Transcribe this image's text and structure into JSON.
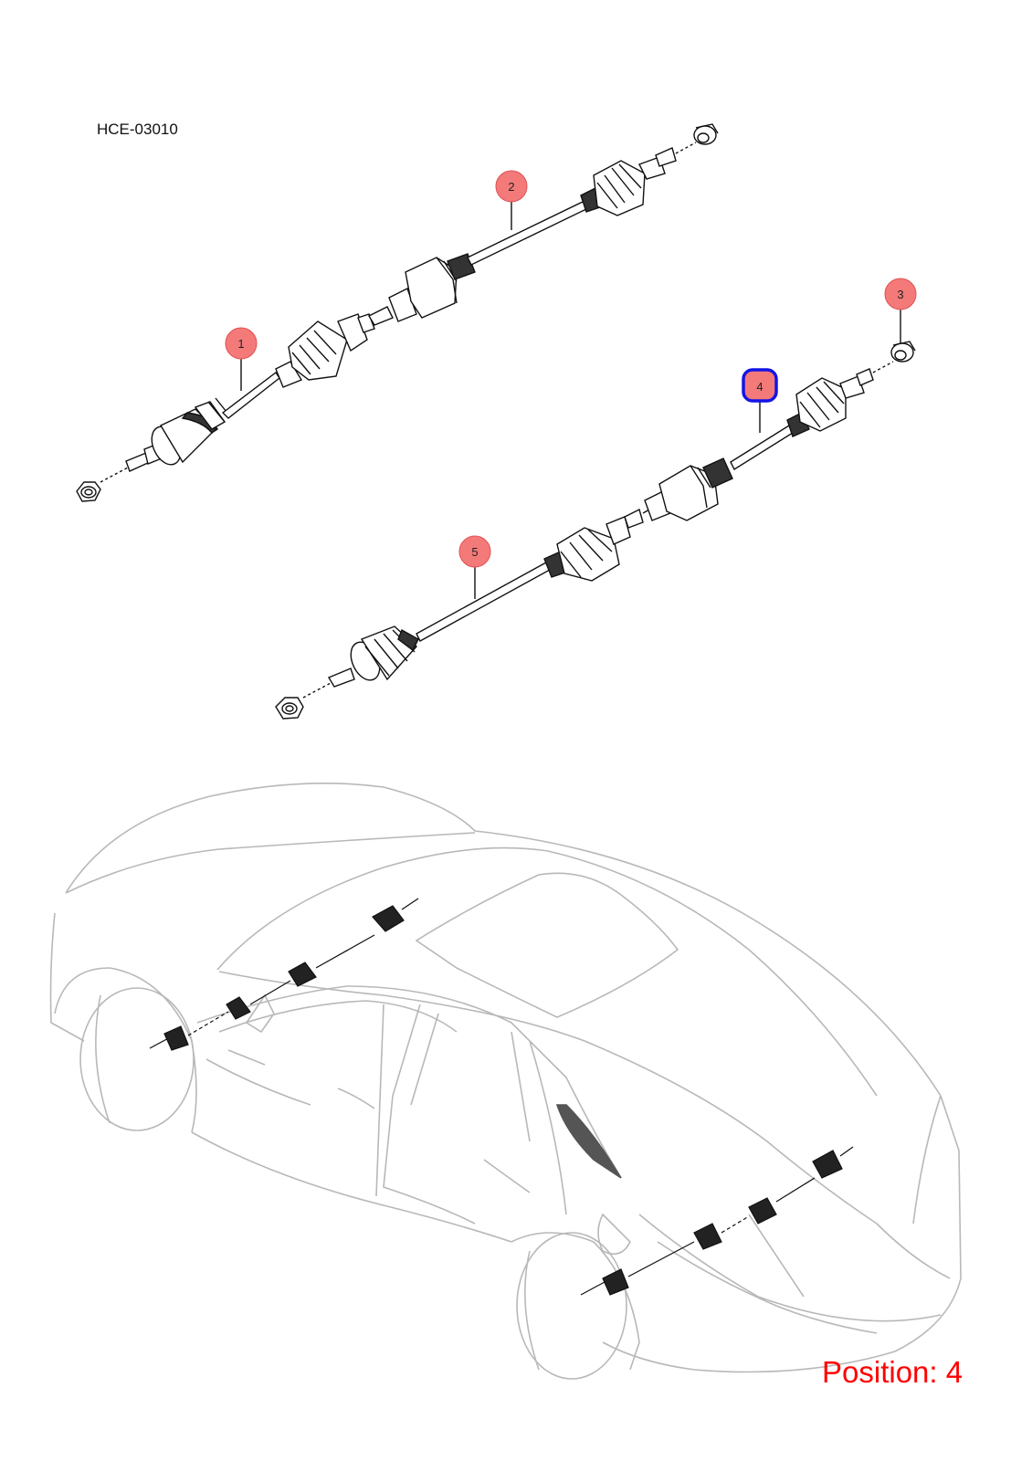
{
  "diagram": {
    "code": "HCE-03010",
    "position_label": "Position: 4",
    "highlight_color": "#1414e6",
    "callout_fill": "#f47a7a",
    "callouts": [
      {
        "number": "1",
        "highlighted": false
      },
      {
        "number": "2",
        "highlighted": false
      },
      {
        "number": "3",
        "highlighted": false
      },
      {
        "number": "4",
        "highlighted": true
      },
      {
        "number": "5",
        "highlighted": false
      }
    ]
  }
}
